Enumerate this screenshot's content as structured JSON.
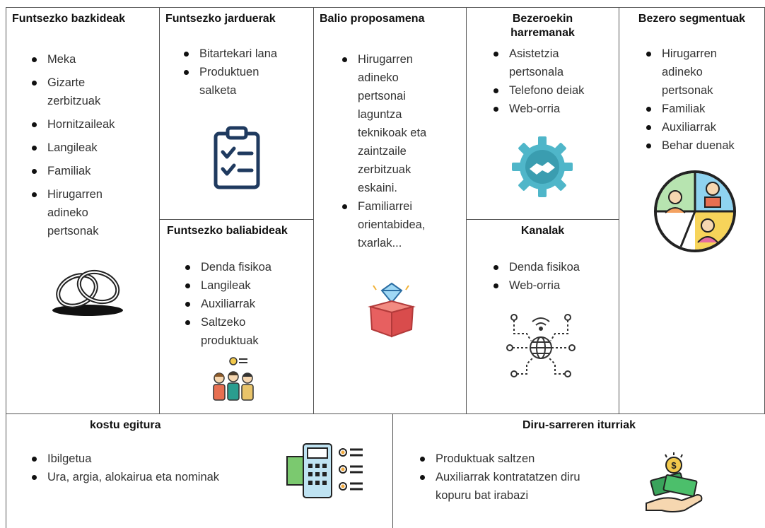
{
  "canvas": {
    "blocks": [
      {
        "id": "key_partners",
        "title": "Funtsezko bazkideak",
        "items": [
          "Meka",
          "Gizarte zerbitzuak",
          "Hornitzaileak",
          "Langileak",
          "Familiak",
          "Hirugarren adineko pertsonak"
        ],
        "icon": "wedding-rings-icon"
      },
      {
        "id": "key_activities",
        "title": "Funtsezko jarduerak",
        "items": [
          "Bitartekari lana",
          "Produktuen salketa"
        ],
        "icon": "clipboard-checklist-icon"
      },
      {
        "id": "key_resources",
        "title": "Funtsezko baliabideak",
        "items": [
          "Denda fisikoa",
          "Langileak",
          "Auxiliarrak",
          "Saltzeko produktuak"
        ],
        "icon": "team-people-icon"
      },
      {
        "id": "value_proposition",
        "title": "Balio proposamena",
        "items": [
          "Hirugarren adineko pertsonai laguntza teknikoak eta zaintzaile zerbitzuak eskaini.",
          "Familiarrei orientabidea, txarlak..."
        ],
        "icon": "gift-box-diamond-icon"
      },
      {
        "id": "customer_relationships",
        "title": "Bezeroekin harremanak",
        "items": [
          "Asistetzia pertsonala",
          "Telefono deiak",
          "Web-orria"
        ],
        "icon": "handshake-gear-icon"
      },
      {
        "id": "channels",
        "title": "Kanalak",
        "items": [
          "Denda fisikoa",
          "Web-orria"
        ],
        "icon": "network-globe-icon"
      },
      {
        "id": "customer_segments",
        "title": "Bezero segmentuak",
        "items": [
          "Hirugarren adineko pertsonak",
          "Familiak",
          "Auxiliarrak",
          "Behar duenak"
        ],
        "icon": "customer-segments-pie-icon"
      },
      {
        "id": "cost_structure",
        "title": "kostu egitura",
        "items": [
          "Ibilgetua",
          "Ura, argia, alokairua eta nominak"
        ],
        "icon": "cash-register-list-icon"
      },
      {
        "id": "revenue_streams",
        "title": "Diru-sarreren iturriak",
        "items": [
          "Produktuak saltzen",
          "Auxiliarrak kontratatzen diru kopuru bat irabazi"
        ],
        "icon": "money-hand-icon"
      }
    ]
  }
}
